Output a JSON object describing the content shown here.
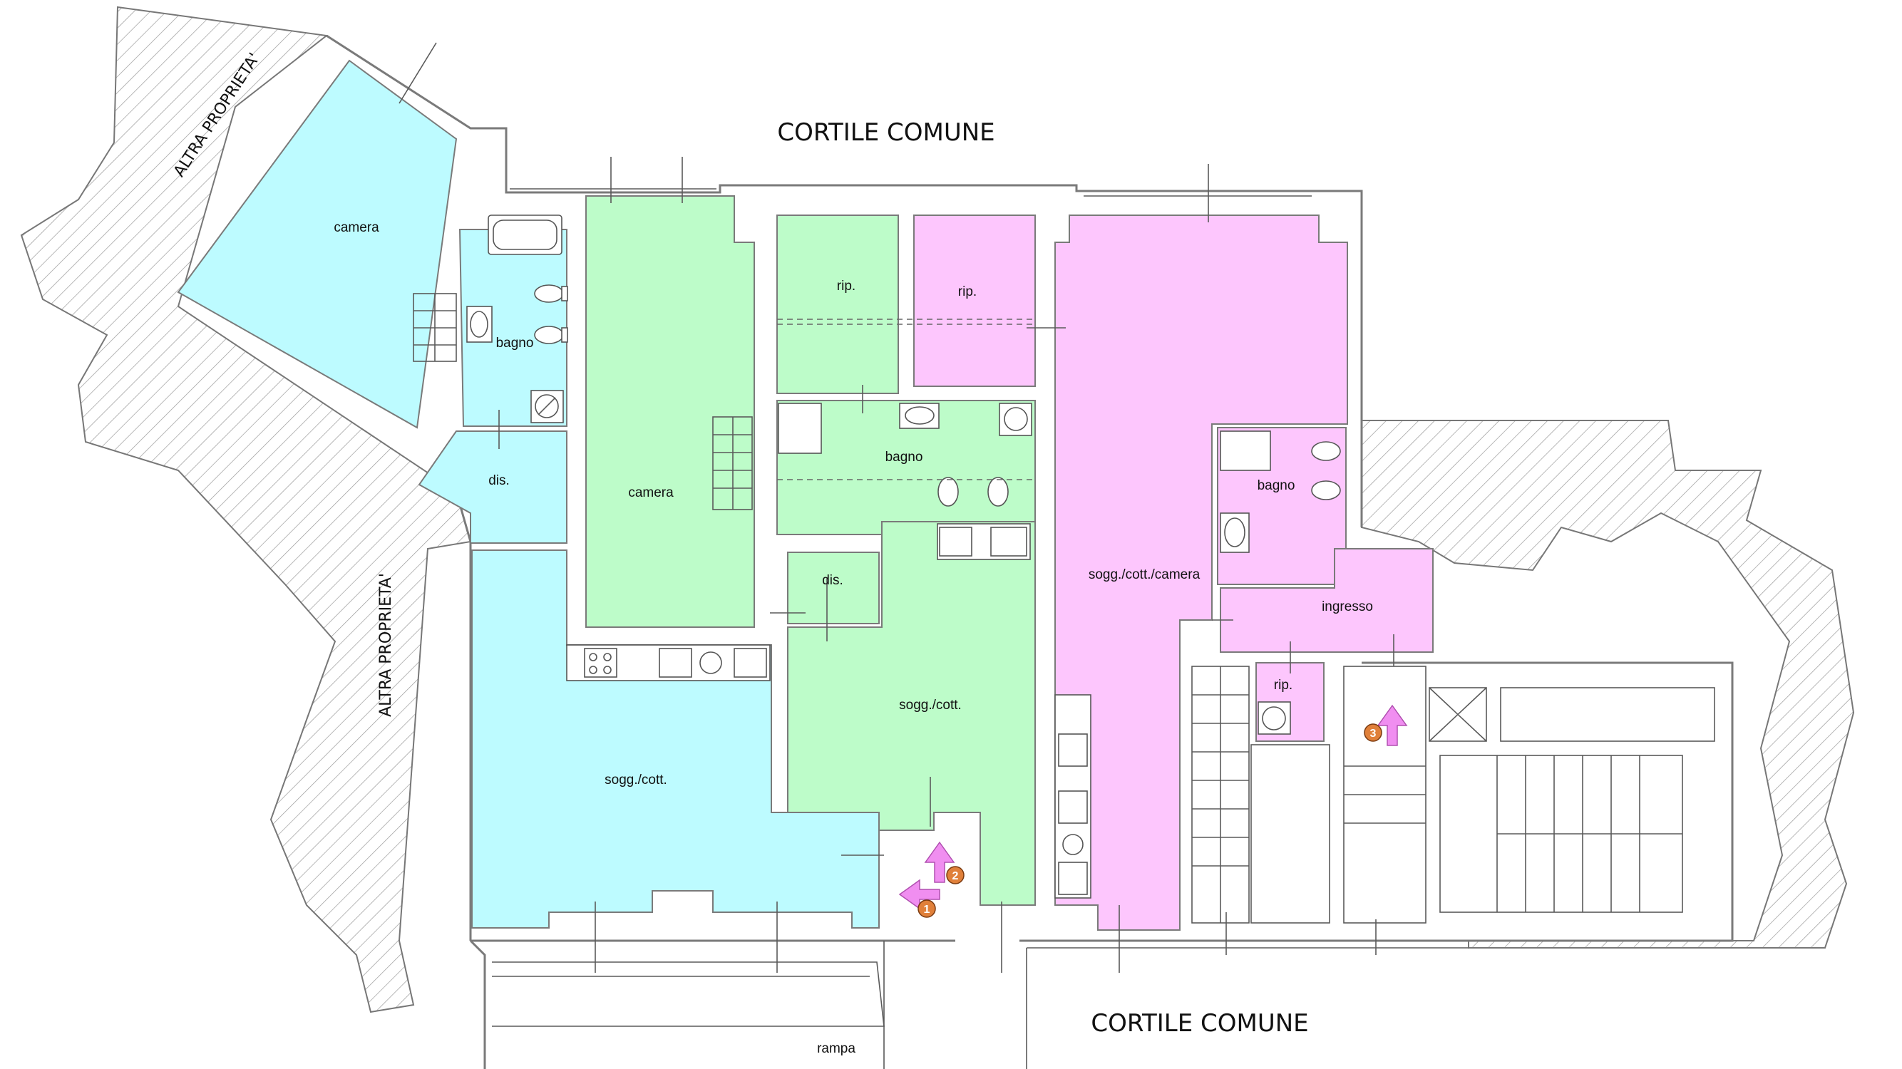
{
  "labels": {
    "courtyard_top": "CORTILE COMUNE",
    "courtyard_bottom": "CORTILE COMUNE",
    "other_property_top": "ALTRA PROPRIETA'",
    "other_property_side": "ALTRA PROPRIETA'",
    "ramp": "rampa"
  },
  "units": {
    "cyan": {
      "color": "#bdfbff",
      "rooms": {
        "bedroom": "camera",
        "bathroom": "bagno",
        "hall": "dis.",
        "living": "sogg./cott."
      }
    },
    "green": {
      "color": "#bdfcc9",
      "rooms": {
        "storage": "rip.",
        "bedroom": "camera",
        "bathroom": "bagno",
        "hall": "dis.",
        "living": "sogg./cott."
      }
    },
    "pink": {
      "color": "#fdc6fd",
      "rooms": {
        "storage_top": "rip.",
        "living": "sogg./cott./camera",
        "bathroom": "bagno",
        "entrance": "ingresso",
        "storage_small": "rip."
      }
    }
  },
  "markers": {
    "color": "#f08ef0",
    "badge_color": "#e0803a",
    "items": [
      {
        "number": "1",
        "direction": "left-arrow"
      },
      {
        "number": "2",
        "direction": "up-arrow"
      },
      {
        "number": "3",
        "direction": "up-arrow"
      }
    ]
  }
}
